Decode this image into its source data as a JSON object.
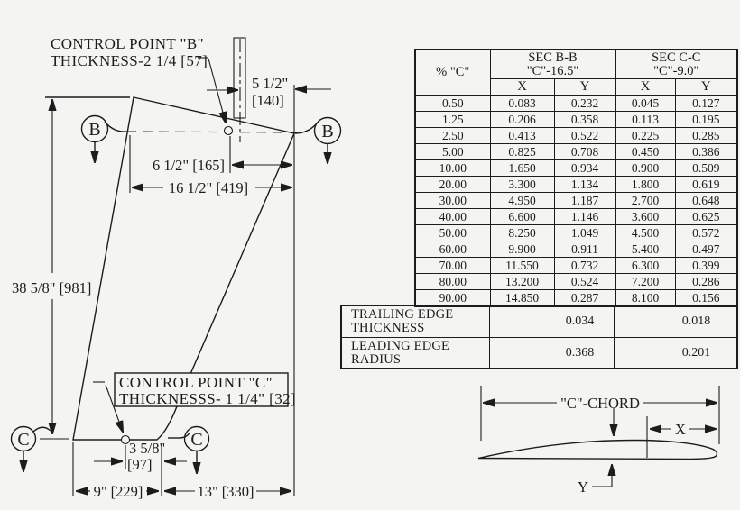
{
  "colors": {
    "ink": "#1c1c1c",
    "background": "#f4f4f2"
  },
  "drawing": {
    "control_point_b_line1": "CONTROL POINT \"B\"",
    "control_point_b_line2": "THICKNESS-2 1/4 [57]",
    "control_point_c_line1": "CONTROL POINT \"C\"",
    "control_point_c_line2": "THICKNESSS- 1 1/4\" [32]",
    "dim_stock_in": "5 1/2\"",
    "dim_stock_mm": "[140]",
    "dim_cpb_offset": "6 1/2\" [165]",
    "dim_chord_bb": "16 1/2\" [419]",
    "dim_span": "38 5/8\" [981]",
    "dim_cpc_in": "3 5/8\"",
    "dim_cpc_mm": "[97]",
    "dim_bottom_fwd": "9\" [229]",
    "dim_bottom_aft": "13\" [330]",
    "section_b": "B",
    "section_c": "C"
  },
  "table": {
    "pct_header": "% \"C\"",
    "sec_bb_title": "SEC B-B",
    "sec_bb_sub": "\"C\"-16.5\"",
    "sec_cc_title": "SEC C-C",
    "sec_cc_sub": "\"C\"-9.0\"",
    "x_label": "X",
    "y_label": "Y",
    "rows": [
      [
        "0.50",
        "0.083",
        "0.232",
        "0.045",
        "0.127"
      ],
      [
        "1.25",
        "0.206",
        "0.358",
        "0.113",
        "0.195"
      ],
      [
        "2.50",
        "0.413",
        "0.522",
        "0.225",
        "0.285"
      ],
      [
        "5.00",
        "0.825",
        "0.708",
        "0.450",
        "0.386"
      ],
      [
        "10.00",
        "1.650",
        "0.934",
        "0.900",
        "0.509"
      ],
      [
        "20.00",
        "3.300",
        "1.134",
        "1.800",
        "0.619"
      ],
      [
        "30.00",
        "4.950",
        "1.187",
        "2.700",
        "0.648"
      ],
      [
        "40.00",
        "6.600",
        "1.146",
        "3.600",
        "0.625"
      ],
      [
        "50.00",
        "8.250",
        "1.049",
        "4.500",
        "0.572"
      ],
      [
        "60.00",
        "9.900",
        "0.911",
        "5.400",
        "0.497"
      ],
      [
        "70.00",
        "11.550",
        "0.732",
        "6.300",
        "0.399"
      ],
      [
        "80.00",
        "13.200",
        "0.524",
        "7.200",
        "0.286"
      ],
      [
        "90.00",
        "14.850",
        "0.287",
        "8.100",
        "0.156"
      ]
    ],
    "trailing_label1": "TRAILING EDGE",
    "trailing_label2": "THICKNESS",
    "trailing_bb": "0.034",
    "trailing_cc": "0.018",
    "leading_label1": "LEADING EDGE",
    "leading_label2": "RADIUS",
    "leading_bb": "0.368",
    "leading_cc": "0.201"
  },
  "airfoil": {
    "chord_label": "\"C\"-CHORD",
    "x_label": "X",
    "y_label": "Y"
  }
}
